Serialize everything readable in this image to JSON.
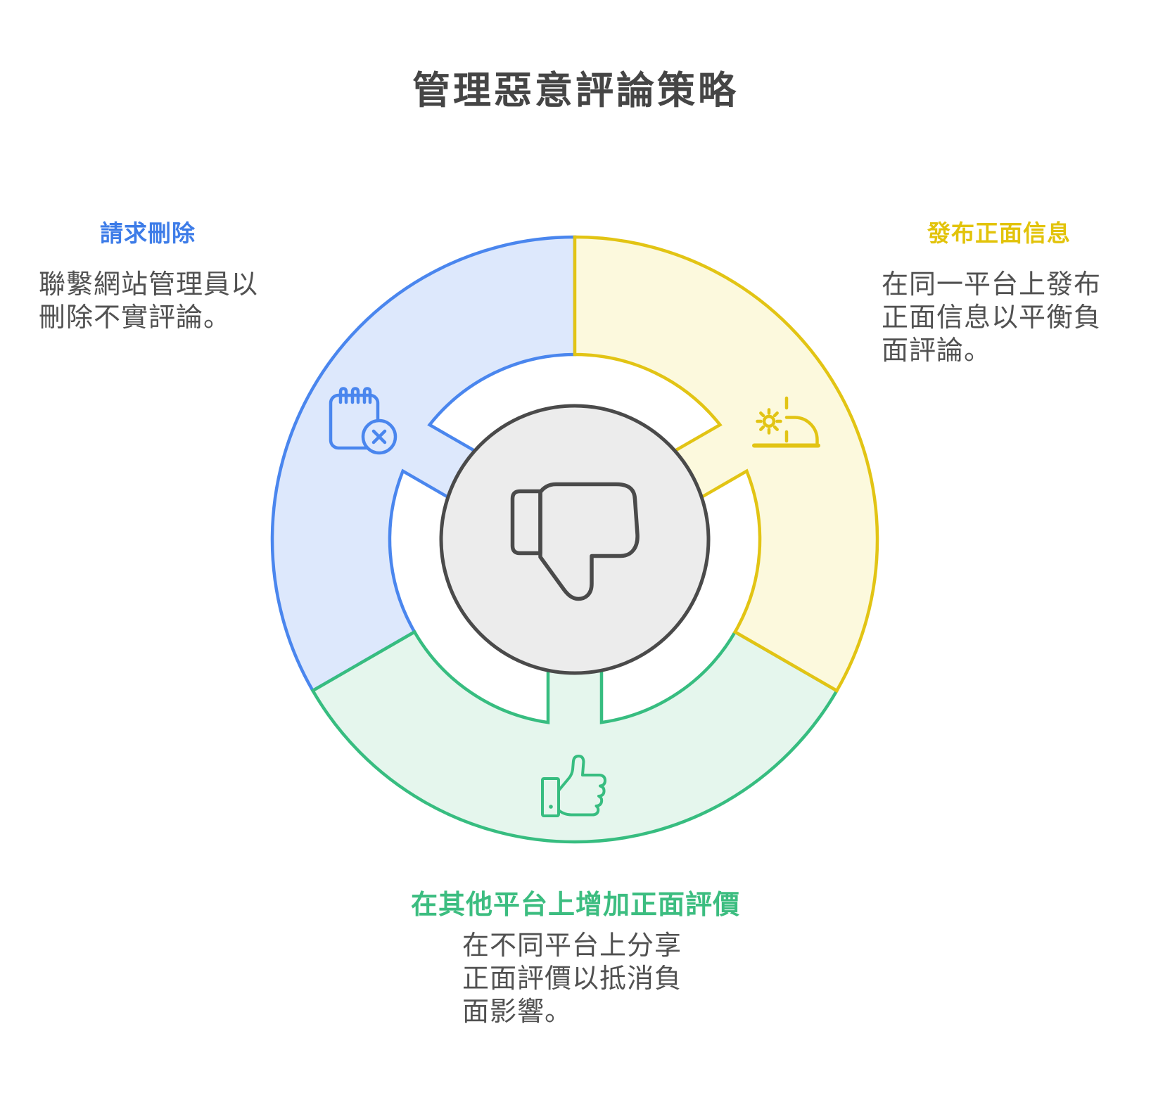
{
  "title": "管理惡意評論策略",
  "colors": {
    "blue_stroke": "#4a86ee",
    "blue_fill": "#dde8fc",
    "yellow_stroke": "#e2c414",
    "yellow_fill": "#fcf9dd",
    "green_stroke": "#37bd80",
    "green_fill": "#e5f6ed",
    "center_fill": "#ececec",
    "center_stroke": "#4a4a4a",
    "heading_blue": "#3d7ce8",
    "heading_yellow": "#e2c30a",
    "heading_green": "#3cbd80",
    "body_text": "#515151",
    "title_text": "#454545"
  },
  "sections": {
    "request_deletion": {
      "heading": "請求刪除",
      "body": "聯繫網站管理員以刪除不實評論。",
      "icon": "calendar-x-icon"
    },
    "post_positive": {
      "heading": "發布正面信息",
      "body": "在同一平台上發布正面信息以平衡負面評論。",
      "icon": "sunrise-icon"
    },
    "other_platforms": {
      "heading": "在其他平台上增加正面評價",
      "body": "在不同平台上分享正面評價以抵消負面影響。",
      "icon": "thumbs-up-icon"
    }
  },
  "center": {
    "icon": "thumbs-down-icon"
  }
}
